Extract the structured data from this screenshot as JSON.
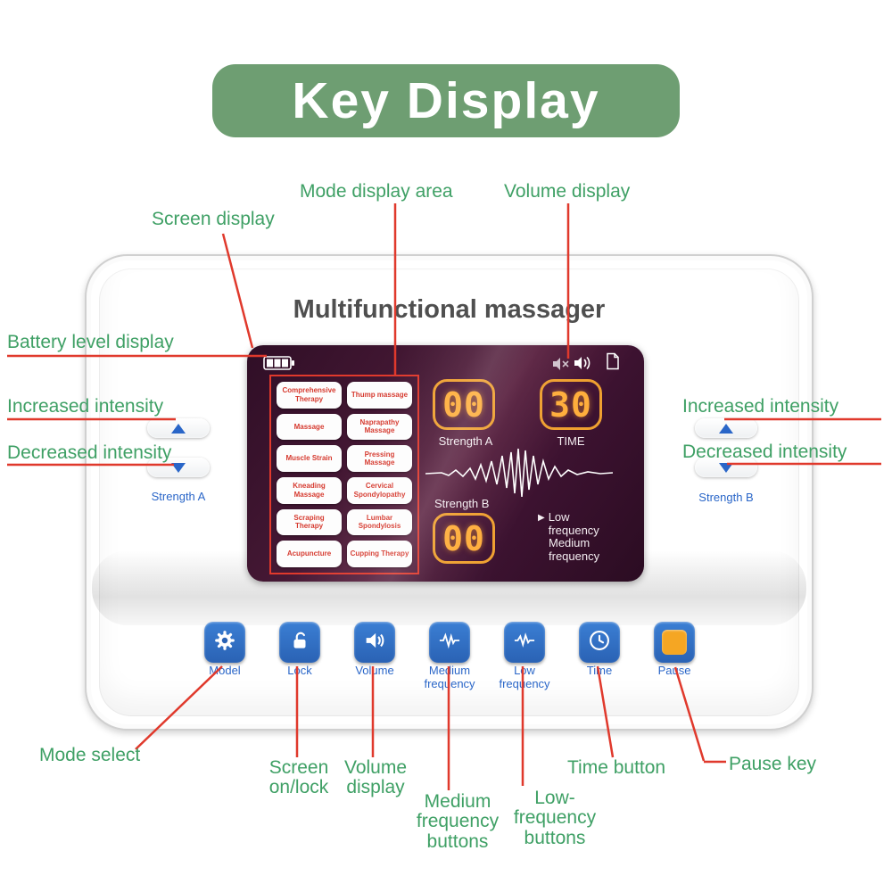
{
  "banner": {
    "title": "Key Display"
  },
  "callouts": {
    "screen_display": "Screen display",
    "mode_display_area": "Mode display area",
    "volume_display_top": "Volume display",
    "battery_level_display": "Battery level display",
    "increased_intensity": "Increased intensity",
    "decreased_intensity": "Decreased intensity",
    "mode_select": "Mode select",
    "screen_on_lock": "Screen on/lock",
    "volume_display_bottom": "Volume display",
    "medium_frequency_buttons": "Medium frequency buttons",
    "low_frequency_buttons": "Low- frequency buttons",
    "time_button": "Time button",
    "pause_key": "Pause key"
  },
  "device": {
    "title": "Multifunctional massager",
    "screen": {
      "modes": [
        "Comprehensive Therapy",
        "Thump massage",
        "Massage",
        "Naprapathy Massage",
        "Muscle Strain",
        "Pressing Massage",
        "Kneading Massage",
        "Cervical Spondylopathy",
        "Scraping Therapy",
        "Lumbar Spondylosis",
        "Acupuncture",
        "Cupping Therapy"
      ],
      "strength_a": {
        "value": "00",
        "label": "Strength A"
      },
      "timer": {
        "value": "30",
        "label": "TIME"
      },
      "strength_b": {
        "value": "00",
        "label": "Strength B"
      },
      "frequency_indicator": {
        "marker": "▶",
        "low": "Low frequency",
        "medium": "Medium frequency"
      }
    },
    "intensity": {
      "strength_a": "Strength A",
      "strength_b": "Strength B"
    },
    "buttons": [
      {
        "label": "Model",
        "icon": "gear-icon"
      },
      {
        "label": "Lock",
        "icon": "lock-open-icon"
      },
      {
        "label": "Volume",
        "icon": "speaker-waves-icon"
      },
      {
        "label": "Medium frequency",
        "icon": "pulse-medium-icon"
      },
      {
        "label": "Low frequency",
        "icon": "pulse-low-icon"
      },
      {
        "label": "Time",
        "icon": "clock-icon"
      },
      {
        "label": "Pause",
        "icon": "pause-square-icon"
      }
    ],
    "status_icons": [
      "battery-icon",
      "speaker-muted-icon",
      "speaker-icon",
      "page-flip-icon"
    ]
  },
  "colors": {
    "banner_green": "#6e9e72",
    "callout_green": "#3fa065",
    "leader_red": "#e0392c",
    "button_blue": "#2a66c8",
    "digit_orange": "#ffae3c",
    "screen_purple": "#3c1230",
    "mode_text_red": "#d63a2f",
    "pause_orange": "#f5a623"
  }
}
